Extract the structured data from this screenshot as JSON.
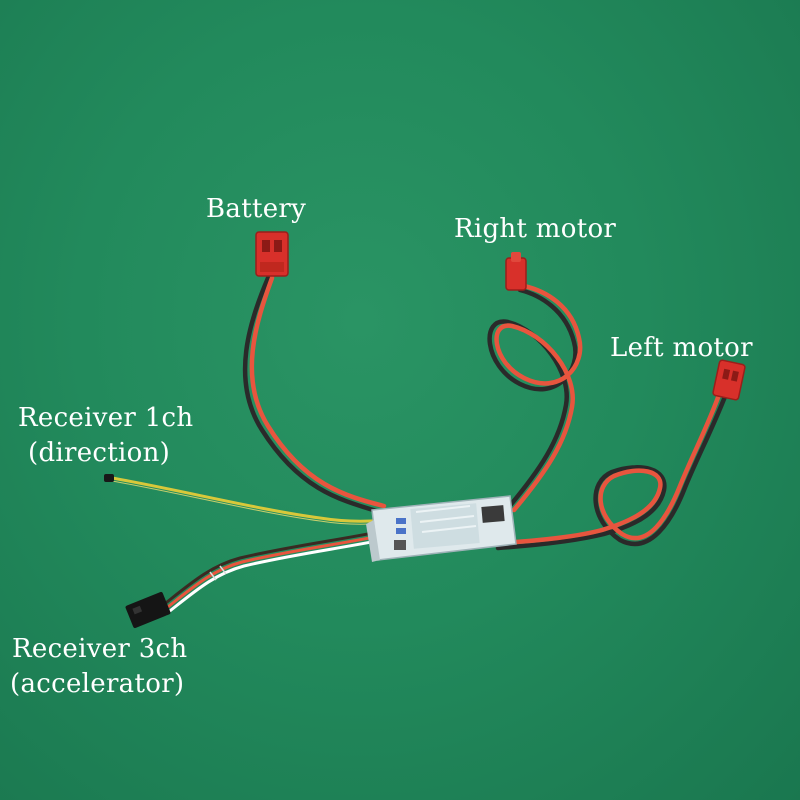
{
  "labels": {
    "battery": "Battery",
    "right_motor": "Right motor",
    "left_motor": "Left motor",
    "receiver_1ch": "Receiver 1ch",
    "receiver_1ch_sub": "(direction)",
    "receiver_3ch": "Receiver 3ch",
    "receiver_3ch_sub": "(accelerator)"
  },
  "colors": {
    "background": "#228a5c",
    "red_wire": "#e8553e",
    "black_wire": "#2a2a2a",
    "yellow_wire": "#d8c83a",
    "connector_red": "#d8302a",
    "connector_black": "#151515"
  }
}
